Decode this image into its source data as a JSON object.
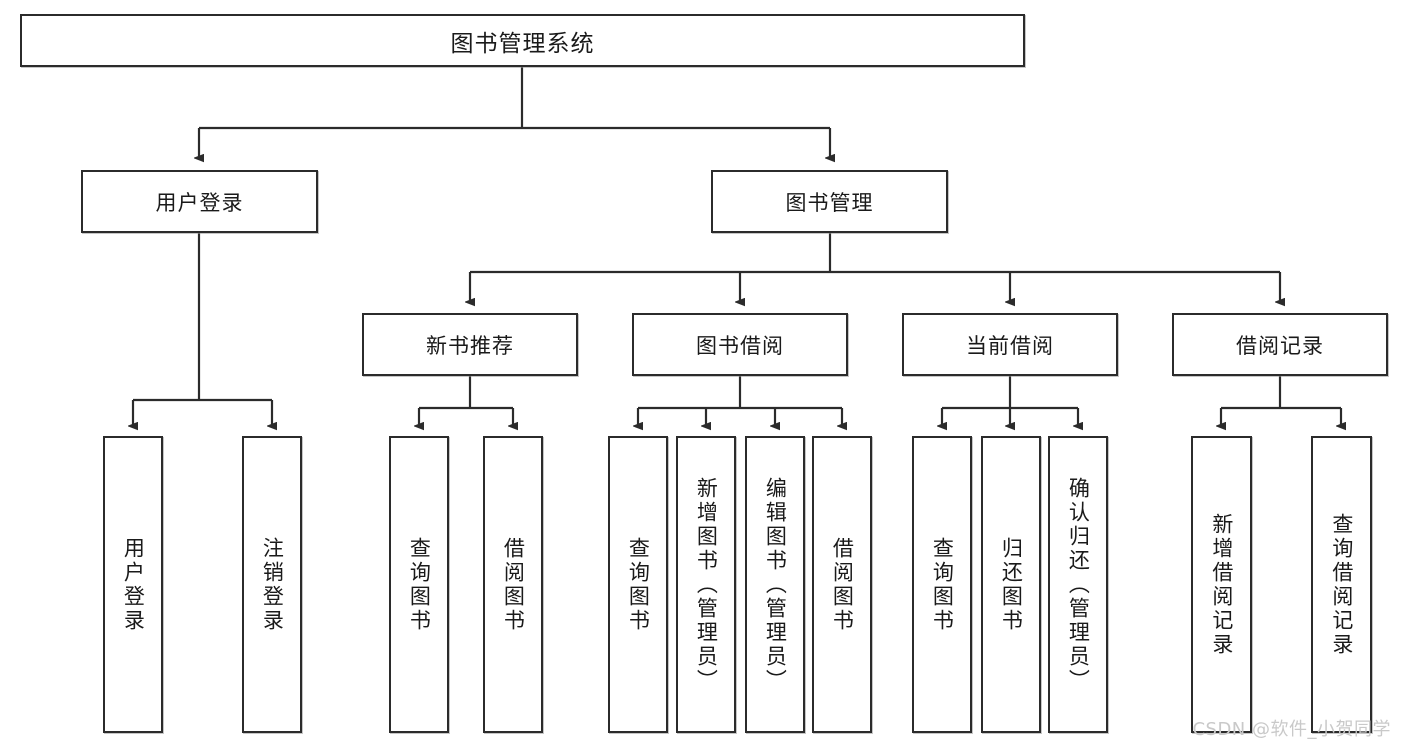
{
  "diagram": {
    "type": "tree",
    "title": "图书管理系统",
    "root": {
      "label": "图书管理系统"
    },
    "level2": [
      {
        "label": "用户登录"
      },
      {
        "label": "图书管理"
      }
    ],
    "level3": [
      {
        "label": "新书推荐"
      },
      {
        "label": "图书借阅"
      },
      {
        "label": "当前借阅"
      },
      {
        "label": "借阅记录"
      }
    ],
    "leaves": {
      "user_login": [
        {
          "label": "用户登录"
        },
        {
          "label": "注销登录"
        }
      ],
      "new_book_recommend": [
        {
          "label": "查询图书"
        },
        {
          "label": "借阅图书"
        }
      ],
      "book_borrow": [
        {
          "label": "查询图书"
        },
        {
          "label": "新增图书（管理员）"
        },
        {
          "label": "编辑图书（管理员）"
        },
        {
          "label": "借阅图书"
        }
      ],
      "current_borrow": [
        {
          "label": "查询图书"
        },
        {
          "label": "归还图书"
        },
        {
          "label": "确认归还（管理员）"
        }
      ],
      "borrow_record": [
        {
          "label": "新增借阅记录"
        },
        {
          "label": "查询借阅记录"
        }
      ]
    }
  },
  "watermark": {
    "text": "CSDN @软件_小贺同学"
  },
  "colors": {
    "stroke": "#2b2b2b",
    "background": "#ffffff",
    "text": "#1a1a1a",
    "watermark": "#c9c9c9"
  }
}
